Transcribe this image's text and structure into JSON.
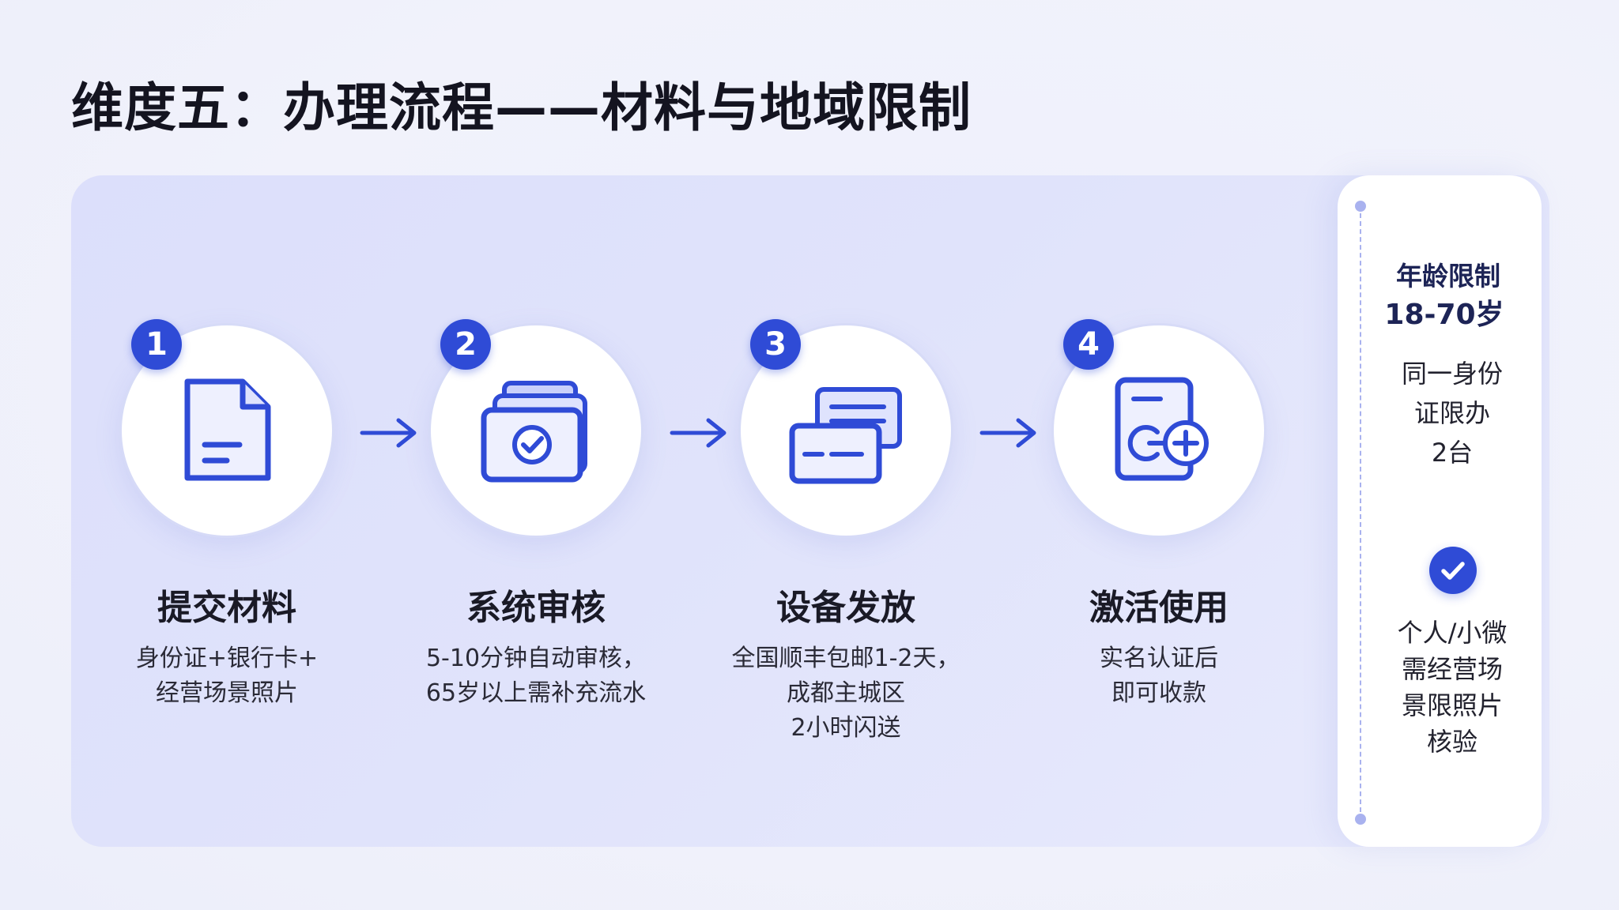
{
  "page": {
    "title": "维度五：办理流程——材料与地域限制"
  },
  "colors": {
    "accent": "#2f4bd6",
    "panel_background": "#dcdffb",
    "card_background": "#ffffff",
    "title_text": "#141420"
  },
  "steps": [
    {
      "number": "1",
      "icon": "document-icon",
      "title": "提交材料",
      "description": "身份证+银行卡+\n经营场景照片"
    },
    {
      "number": "2",
      "icon": "folder-check-icon",
      "title": "系统审核",
      "description": "5-10分钟自动审核，\n65岁以上需补充流水"
    },
    {
      "number": "3",
      "icon": "cards-icon",
      "title": "设备发放",
      "description": "全国顺丰包邮1-2天，\n成都主城区\n2小时闪送"
    },
    {
      "number": "4",
      "icon": "activate-document-icon",
      "title": "激活使用",
      "description": "实名认证后\n即可收款"
    }
  ],
  "side_panel": {
    "age_limit_label": "年龄限制",
    "age_limit_value": "18-70岁",
    "id_limit_text": "同一身份\n证限办\n2台",
    "check_icon": "check-circle-icon",
    "business_note": "个人/小微\n需经营场\n景限照片\n核验"
  }
}
